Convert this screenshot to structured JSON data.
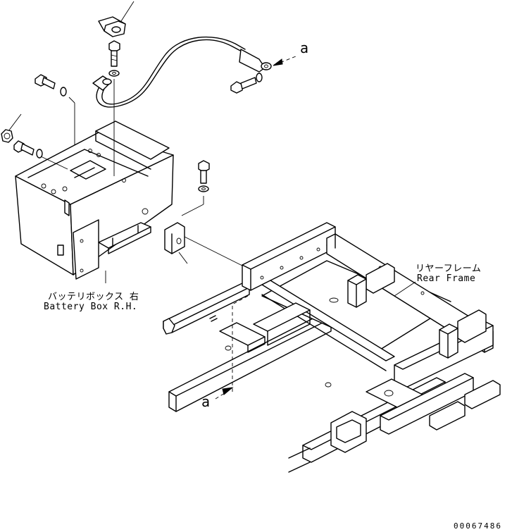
{
  "labels": {
    "battery_box_jp": "バッテリボックス 右",
    "battery_box_en": "Battery Box R.H.",
    "rear_frame_jp": "リヤーフレーム",
    "rear_frame_en": "Rear Frame",
    "callout_top": "a",
    "callout_bottom": "a",
    "doc_number": "00067486"
  }
}
